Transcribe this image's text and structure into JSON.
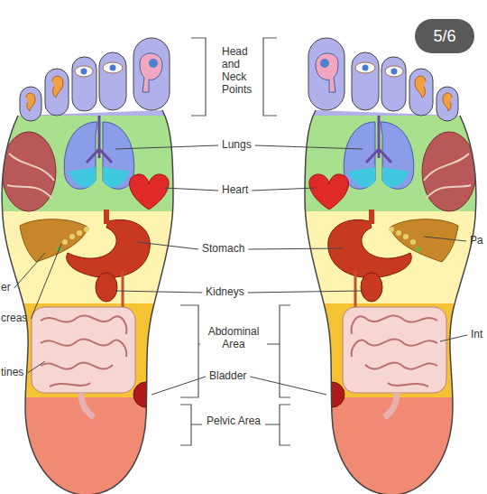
{
  "diagram": {
    "nodes": [
      {
        "text": [
          "5/6"
        ]
      }
    ],
    "labels": [
      "Head and Neck Points",
      "Lungs",
      "Heart",
      "Stomach",
      "Kidneys",
      "Abdominal Area",
      "Bladder",
      "Pelvic Area",
      "er",
      "creas",
      "tines",
      "Pa",
      "Int"
    ]
  }
}
